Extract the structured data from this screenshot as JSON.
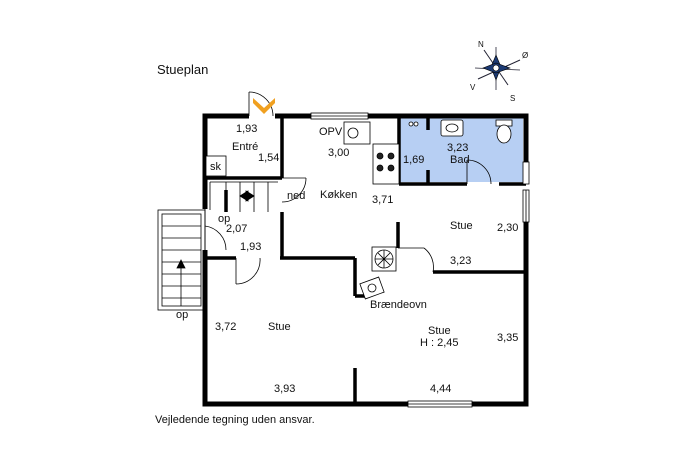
{
  "title": "Stueplan",
  "footer": "Vejledende tegning uden ansvar.",
  "compass": {
    "n": "N",
    "e": "Ø",
    "s": "S",
    "w": "V"
  },
  "colors": {
    "bathroom": "#b7cff3",
    "wall": "#000000",
    "entrance_arrow": "#f0a020"
  },
  "rooms": {
    "entre": {
      "name": "Entré",
      "width": "1,93",
      "depth": "1,54"
    },
    "sk": "sk",
    "opv": "OPV",
    "kokken": {
      "name": "Køkken",
      "width": "3,00",
      "depth": "3,71"
    },
    "bad": {
      "name": "Bad",
      "width": "3,23",
      "depth": "1,69"
    },
    "stair": {
      "down": "ned",
      "up": "op",
      "width": "2,07",
      "depth": "1,93"
    },
    "stue_right": {
      "name": "Stue",
      "width": "3,23",
      "depth": "2,30"
    },
    "stue_left": {
      "name": "Stue",
      "width": "3,93",
      "depth": "3,72"
    },
    "stue_main": {
      "name": "Stue",
      "height": "H : 2,45",
      "width": "4,44",
      "depth": "3,35"
    },
    "braendeovn": "Brændeovn",
    "outside_stair": "op"
  }
}
